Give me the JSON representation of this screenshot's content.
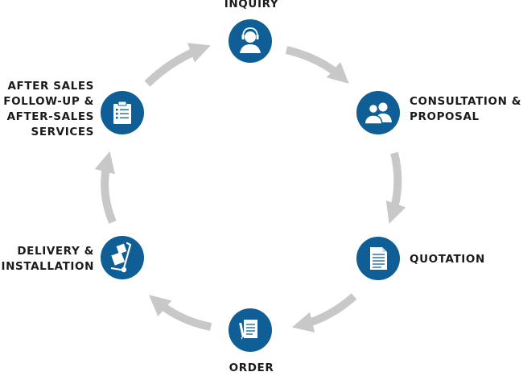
{
  "colors": {
    "node_fill": "#0f5f96",
    "arrow": "#c8c8c8",
    "label": "#1b1b1b",
    "icon": "#ffffff"
  },
  "steps": [
    {
      "id": "inquiry",
      "icon": "headset-person-icon",
      "label_lines": [
        "INQUIRY"
      ]
    },
    {
      "id": "consultation",
      "icon": "people-icon",
      "label_lines": [
        "CONSULTATION &",
        "PROPOSAL"
      ]
    },
    {
      "id": "quotation",
      "icon": "document-icon",
      "label_lines": [
        "QUOTATION"
      ]
    },
    {
      "id": "order",
      "icon": "order-form-icon",
      "label_lines": [
        "ORDER"
      ]
    },
    {
      "id": "delivery",
      "icon": "hand-truck-icon",
      "label_lines": [
        "DELIVERY &",
        "INSTALLATION"
      ]
    },
    {
      "id": "after-sales",
      "icon": "clipboard-icon",
      "label_lines": [
        "AFTER SALES",
        "FOLLOW-UP &",
        "AFTER-SALES",
        "SERVICES"
      ]
    }
  ],
  "flow": [
    {
      "from": "inquiry",
      "to": "consultation"
    },
    {
      "from": "consultation",
      "to": "quotation"
    },
    {
      "from": "quotation",
      "to": "order"
    },
    {
      "from": "order",
      "to": "delivery"
    },
    {
      "from": "delivery",
      "to": "after-sales"
    },
    {
      "from": "after-sales",
      "to": "inquiry"
    }
  ]
}
